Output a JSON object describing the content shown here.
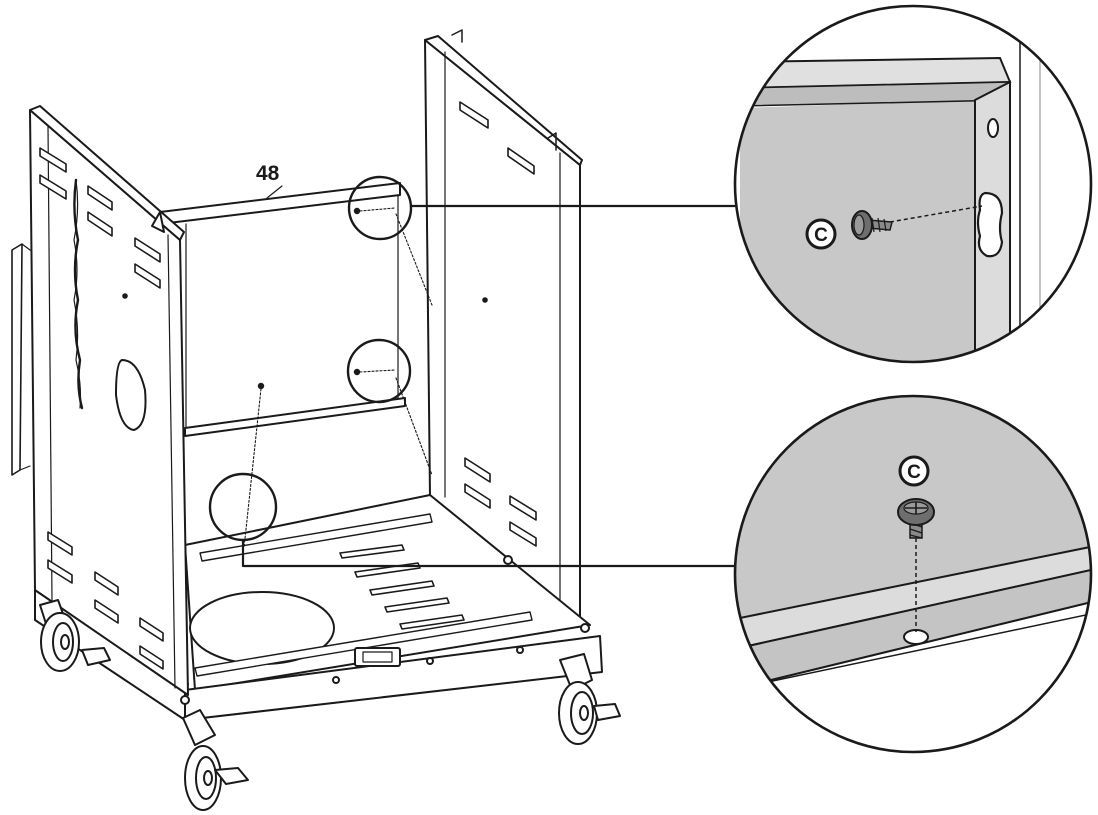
{
  "part_label": "48",
  "callout_top": {
    "fastener_label": "C"
  },
  "callout_bottom": {
    "fastener_label": "C"
  },
  "colors": {
    "line": "#1a1a1a",
    "panel_fill": "#ffffff",
    "detail_fill": "#c8c8c8",
    "detail_light": "#e6e6e6",
    "hole_fill": "#ffffff"
  }
}
